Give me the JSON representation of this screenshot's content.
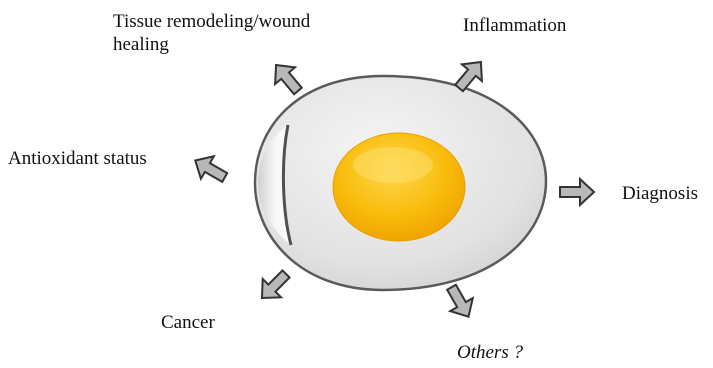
{
  "outcomes": {
    "tissue_remodeling": "Tissue remodeling/wound healing",
    "inflammation": "Inflammation",
    "antioxidant_status": "Antioxidant status",
    "diagnosis": "Diagnosis",
    "cancer": "Cancer",
    "others": "Others ?"
  },
  "colors": {
    "egg_shell": "#e0e0e0",
    "egg_outline": "#555555",
    "yolk": "#f7b500",
    "yolk_highlight": "#ffd54a",
    "arrow_fill": "#b8b8b8",
    "arrow_stroke": "#333333"
  }
}
